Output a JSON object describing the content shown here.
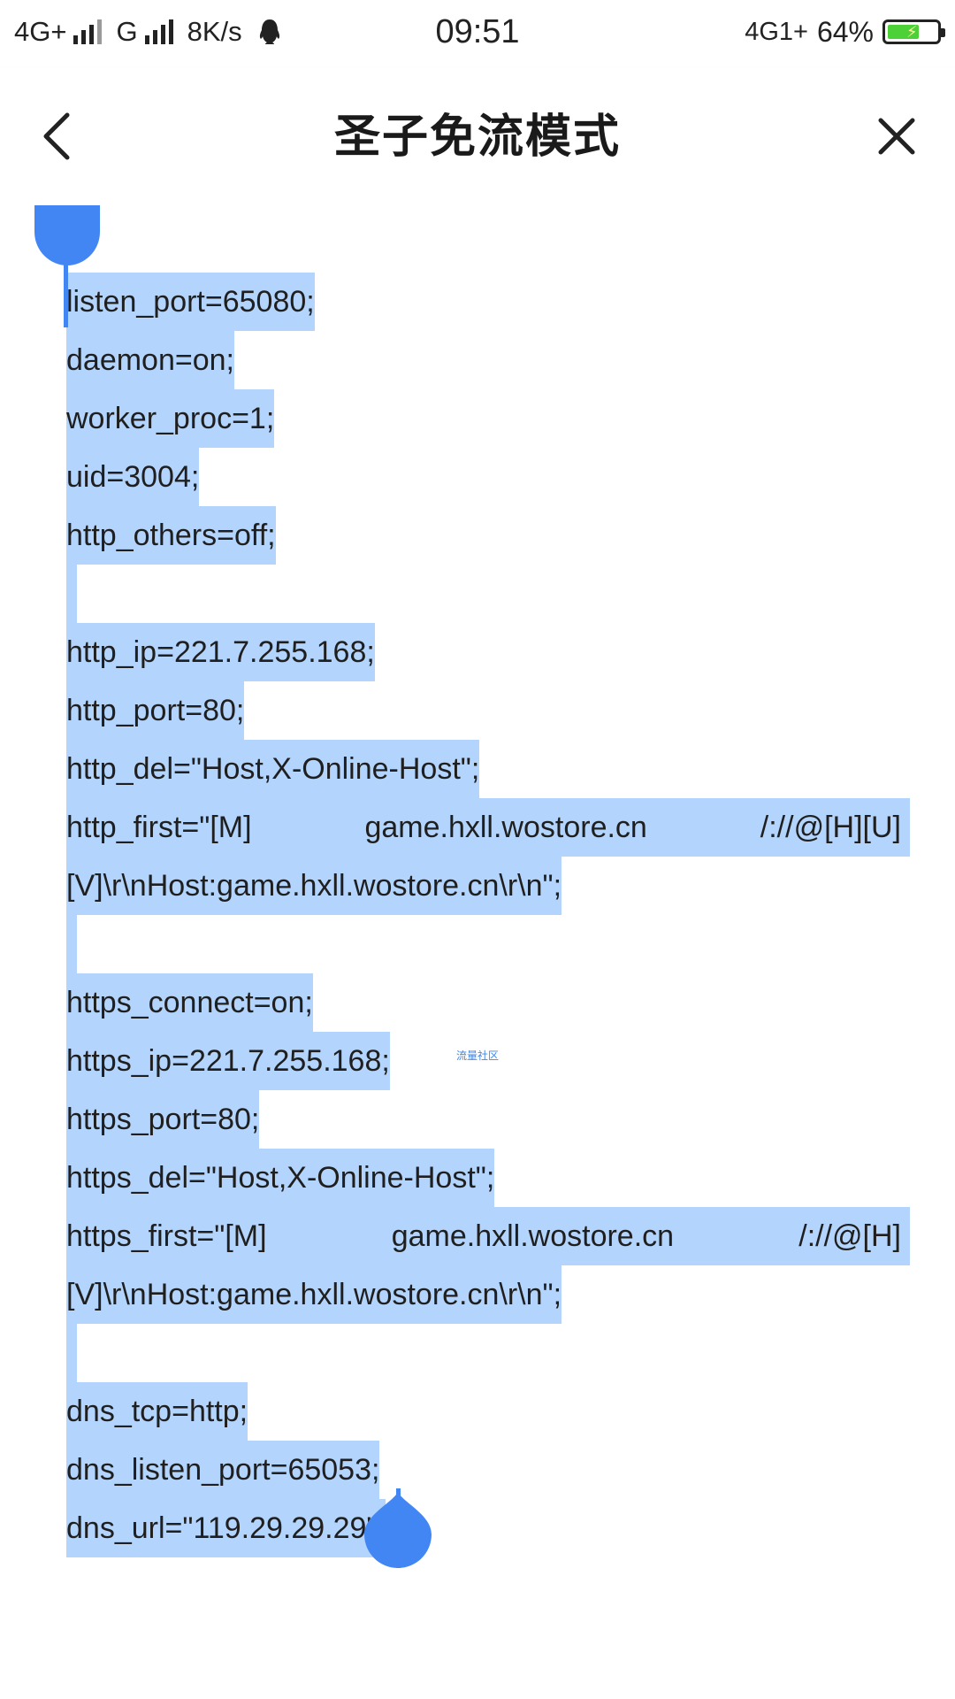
{
  "status_bar": {
    "network1": "4G+",
    "network2": "G",
    "speed": "8K/s",
    "time": "09:51",
    "network_right": "4G1+",
    "battery_percent": "64%",
    "battery_level": 0.64,
    "battery_color": "#4cd137"
  },
  "header": {
    "title": "圣子免流模式",
    "back_icon": "chevron-left-icon",
    "close_icon": "close-icon"
  },
  "document": {
    "lines": [
      "listen_port=65080;",
      "daemon=on;",
      "worker_proc=1;",
      "uid=3004;",
      "http_others=off;",
      "",
      "http_ip=221.7.255.168;",
      "http_port=80;",
      "http_del=\"Host,X-Online-Host\";",
      [
        "http_first=\"[M]",
        "game.hxll.wostore.cn",
        "/://@[H][U]"
      ],
      "[V]\\r\\nHost:game.hxll.wostore.cn\\r\\n\";",
      "",
      "https_connect=on;",
      "https_ip=221.7.255.168;",
      "https_port=80;",
      "https_del=\"Host,X-Online-Host\";",
      [
        "https_first=\"[M]",
        "game.hxll.wostore.cn",
        "/://@[H]"
      ],
      "[V]\\r\\nHost:game.hxll.wostore.cn\\r\\n\";",
      "",
      "dns_tcp=http;",
      "dns_listen_port=65053;",
      "dns_url=\"119.29.29.29\";"
    ],
    "watermark": "流量社区",
    "selection_color": "#b3d4fc",
    "handle_color": "#4286f4"
  }
}
